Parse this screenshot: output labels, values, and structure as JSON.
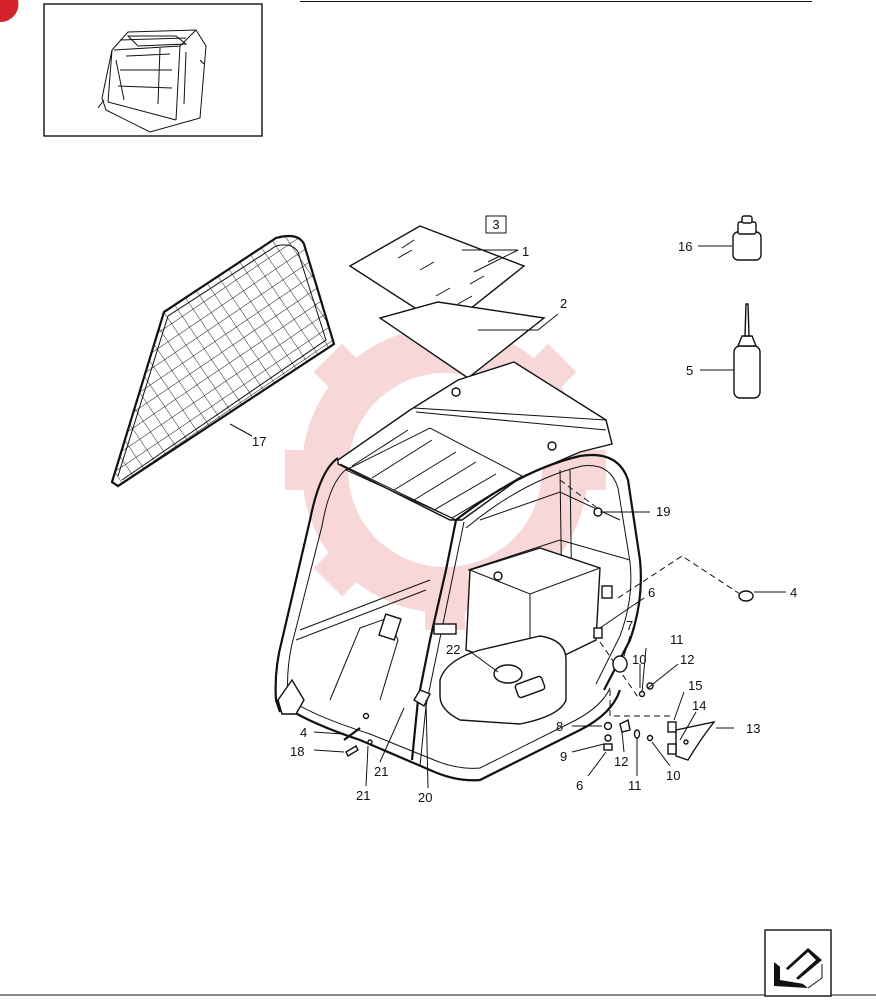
{
  "diagram": {
    "boxed_callout": "3",
    "callouts": [
      {
        "id": "c1",
        "text": "1"
      },
      {
        "id": "c2",
        "text": "2"
      },
      {
        "id": "c16",
        "text": "16"
      },
      {
        "id": "c5",
        "text": "5"
      },
      {
        "id": "c17",
        "text": "17"
      },
      {
        "id": "c19",
        "text": "19"
      },
      {
        "id": "c4r",
        "text": "4"
      },
      {
        "id": "c6a",
        "text": "6"
      },
      {
        "id": "c7",
        "text": "7"
      },
      {
        "id": "c11a",
        "text": "11"
      },
      {
        "id": "c12a",
        "text": "12"
      },
      {
        "id": "c10a",
        "text": "10"
      },
      {
        "id": "c22",
        "text": "22"
      },
      {
        "id": "c15",
        "text": "15"
      },
      {
        "id": "c14",
        "text": "14"
      },
      {
        "id": "c13",
        "text": "13"
      },
      {
        "id": "c8",
        "text": "8"
      },
      {
        "id": "c9",
        "text": "9"
      },
      {
        "id": "c6b",
        "text": "6"
      },
      {
        "id": "c12b",
        "text": "12"
      },
      {
        "id": "c11b",
        "text": "11"
      },
      {
        "id": "c10b",
        "text": "10"
      },
      {
        "id": "c4l",
        "text": "4"
      },
      {
        "id": "c18",
        "text": "18"
      },
      {
        "id": "c21a",
        "text": "21"
      },
      {
        "id": "c21b",
        "text": "21"
      },
      {
        "id": "c20",
        "text": "20"
      }
    ]
  },
  "colors": {
    "ink": "#111111",
    "corner_marker": "#d4202a",
    "watermark": "#f2b8b8"
  },
  "icons": {
    "thumbnail": "cab-thumbnail-icon",
    "nav": "next-page-arrow-icon"
  }
}
